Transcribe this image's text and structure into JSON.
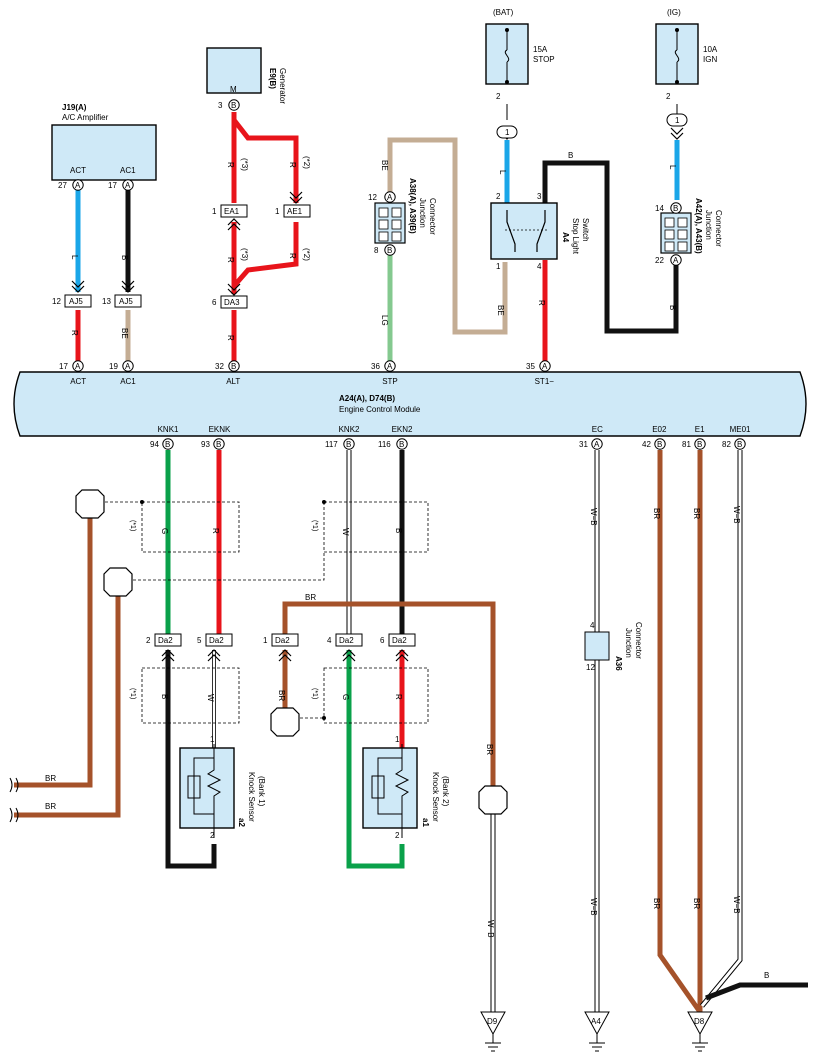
{
  "colors": {
    "module_fill": "#cfe9f7",
    "R": "#e8141b",
    "L": "#1aa6e8",
    "B": "#111111",
    "G": "#0aa14a",
    "BR": "#a5522a",
    "BE": "#c4ad94",
    "LG": "#84c98f",
    "W": "#ffffff"
  },
  "ecm": {
    "name": "A24(A), D74(B)",
    "title": "Engine Control Module"
  },
  "ecm_top_pins": [
    {
      "signal": "ACT",
      "num": "17",
      "conn": "A"
    },
    {
      "signal": "AC1",
      "num": "19",
      "conn": "A"
    },
    {
      "signal": "ALT",
      "num": "32",
      "conn": "B"
    },
    {
      "signal": "STP",
      "num": "36",
      "conn": "A"
    },
    {
      "signal": "ST1−",
      "num": "35",
      "conn": "A"
    }
  ],
  "ecm_bottom_pins": [
    {
      "signal": "KNK1",
      "num": "94",
      "conn": "B"
    },
    {
      "signal": "EKNK",
      "num": "93",
      "conn": "B"
    },
    {
      "signal": "KNK2",
      "num": "117",
      "conn": "B"
    },
    {
      "signal": "EKN2",
      "num": "116",
      "conn": "B"
    },
    {
      "signal": "EC",
      "num": "31",
      "conn": "A"
    },
    {
      "signal": "E02",
      "num": "42",
      "conn": "B"
    },
    {
      "signal": "E1",
      "num": "81",
      "conn": "B"
    },
    {
      "signal": "ME01",
      "num": "82",
      "conn": "B"
    }
  ],
  "ac_amp": {
    "name": "J19(A)",
    "title": "A/C Amplifier",
    "pin_act": "ACT",
    "pin_ac1": "AC1",
    "n27": "27",
    "n17": "17",
    "conn": "A"
  },
  "generator": {
    "name": "E9(B)",
    "title": "Generator",
    "pin_label": "M",
    "pin_num": "3",
    "conn": "B"
  },
  "fuse_bat": {
    "supply": "(BAT)",
    "amp": "15A",
    "name": "STOP",
    "pin": "2",
    "junction": "1"
  },
  "fuse_ig": {
    "supply": "(IG)",
    "amp": "10A",
    "name": "IGN",
    "pin": "2",
    "junction": "1"
  },
  "jc_left": {
    "name": "A38(A), A39(B)",
    "title1": "Junction",
    "title2": "Connector",
    "p12": "12",
    "p8": "8",
    "ca": "A",
    "cb": "B"
  },
  "jc_right": {
    "name": "A42(A), A43(B)",
    "title1": "Junction",
    "title2": "Connector",
    "p14": "14",
    "p22": "22",
    "cb": "B",
    "ca": "A"
  },
  "stop_switch": {
    "name": "A4",
    "title1": "Stop Light",
    "title2": "Switch",
    "p1": "1",
    "p2": "2",
    "p3": "3",
    "p4": "4"
  },
  "junction_ec": {
    "name": "A36",
    "title1": "Junction",
    "title2": "Connector",
    "p4": "4",
    "p12": "12"
  },
  "inline": {
    "ea1": "EA1",
    "ae1": "AE1",
    "da3": "DA3",
    "aj5": "AJ5",
    "da2": "Da2",
    "n1": "1",
    "n2": "2",
    "n4": "4",
    "n5": "5",
    "n6": "6",
    "n12": "12",
    "n13": "13"
  },
  "wire_labels": {
    "L": "L",
    "B": "B",
    "R": "R",
    "BE": "BE",
    "LG": "LG",
    "G": "G",
    "W": "W",
    "BR": "BR",
    "WB": "W−B"
  },
  "notes": {
    "n1": "(*1)",
    "n2": "(*2)",
    "n3": "(*3)"
  },
  "knock1": {
    "name": "a2",
    "title1": "Knock Sensor",
    "title2": "(Bank 1)",
    "p1": "1",
    "p2": "2"
  },
  "knock2": {
    "name": "a1",
    "title1": "Knock Sensor",
    "title2": "(Bank 2)",
    "p1": "1",
    "p2": "2"
  },
  "grounds": {
    "d9": "D9",
    "a4": "A4",
    "d8": "D8"
  }
}
